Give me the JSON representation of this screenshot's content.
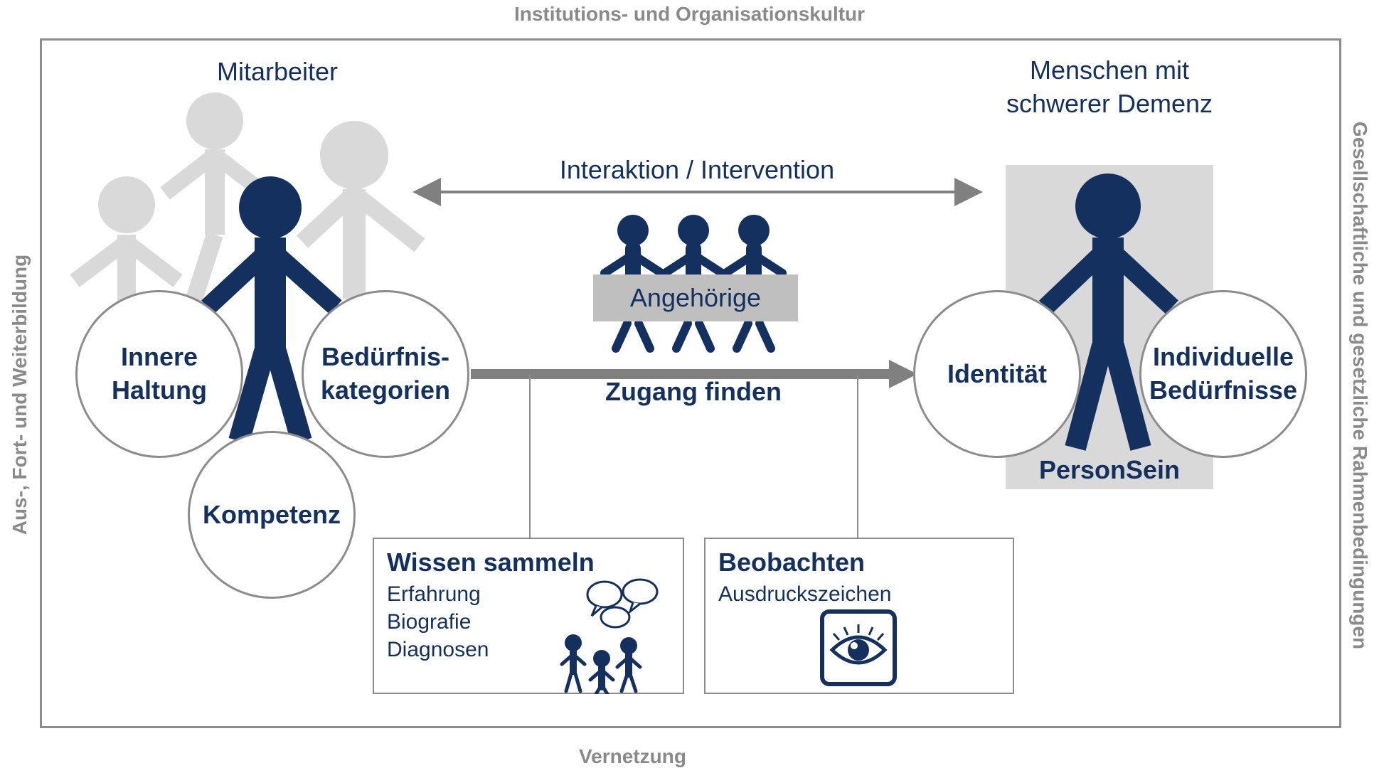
{
  "frame": {
    "top": "Institutions- und Organisationskultur",
    "bottom": "Vernetzung",
    "left": "Aus-, Fort- und Weiterbildung",
    "right": "Gesellschaftliche und gesetzliche Rahmenbedingungen"
  },
  "staff": {
    "title": "Mitarbeiter",
    "circles": [
      "Innere Haltung",
      "Bedürfnis-kategorien",
      "Kompetenz"
    ]
  },
  "patient": {
    "title_line1": "Menschen mit",
    "title_line2": "schwerer Demenz",
    "circles": [
      "Identität",
      "Individuelle Bedürfnisse"
    ],
    "personsein": "PersonSein"
  },
  "center": {
    "interaction": "Interaktion / Intervention",
    "relatives": "Angehörige",
    "access": "Zugang finden"
  },
  "knowledge_box": {
    "title": "Wissen sammeln",
    "items": [
      "Erfahrung",
      "Biografie",
      "Diagnosen"
    ]
  },
  "observe_box": {
    "title": "Beobachten",
    "items": [
      "Ausdruckszeichen"
    ]
  },
  "icons": [
    "people-group-icon",
    "talking-people-icon",
    "eye-icon"
  ],
  "colors": {
    "navy": "#14305f",
    "gray_figure": "#d9d9d9",
    "frame_gray": "#8c8c8c",
    "relatives_bar": "#bfbfbf",
    "patient_bg": "#d9d9d9"
  }
}
